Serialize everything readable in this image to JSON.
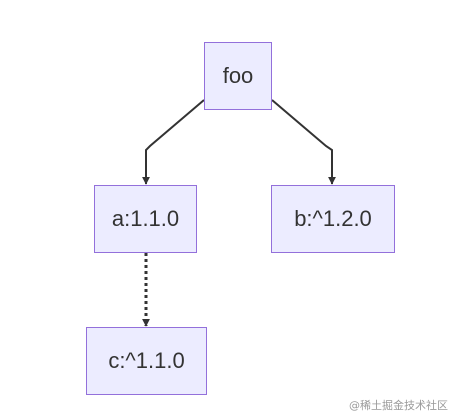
{
  "nodes": {
    "root": "foo",
    "a": "a:1.1.0",
    "b": "b:^1.2.0",
    "c": "c:^1.1.0"
  },
  "edges": [
    {
      "from": "root",
      "to": "a",
      "style": "solid"
    },
    {
      "from": "root",
      "to": "b",
      "style": "solid"
    },
    {
      "from": "a",
      "to": "c",
      "style": "dotted"
    }
  ],
  "colors": {
    "node_fill": "#ececff",
    "node_border": "#9370db",
    "edge": "#333333",
    "text": "#333333"
  },
  "watermark": "@稀土掘金技术社区"
}
